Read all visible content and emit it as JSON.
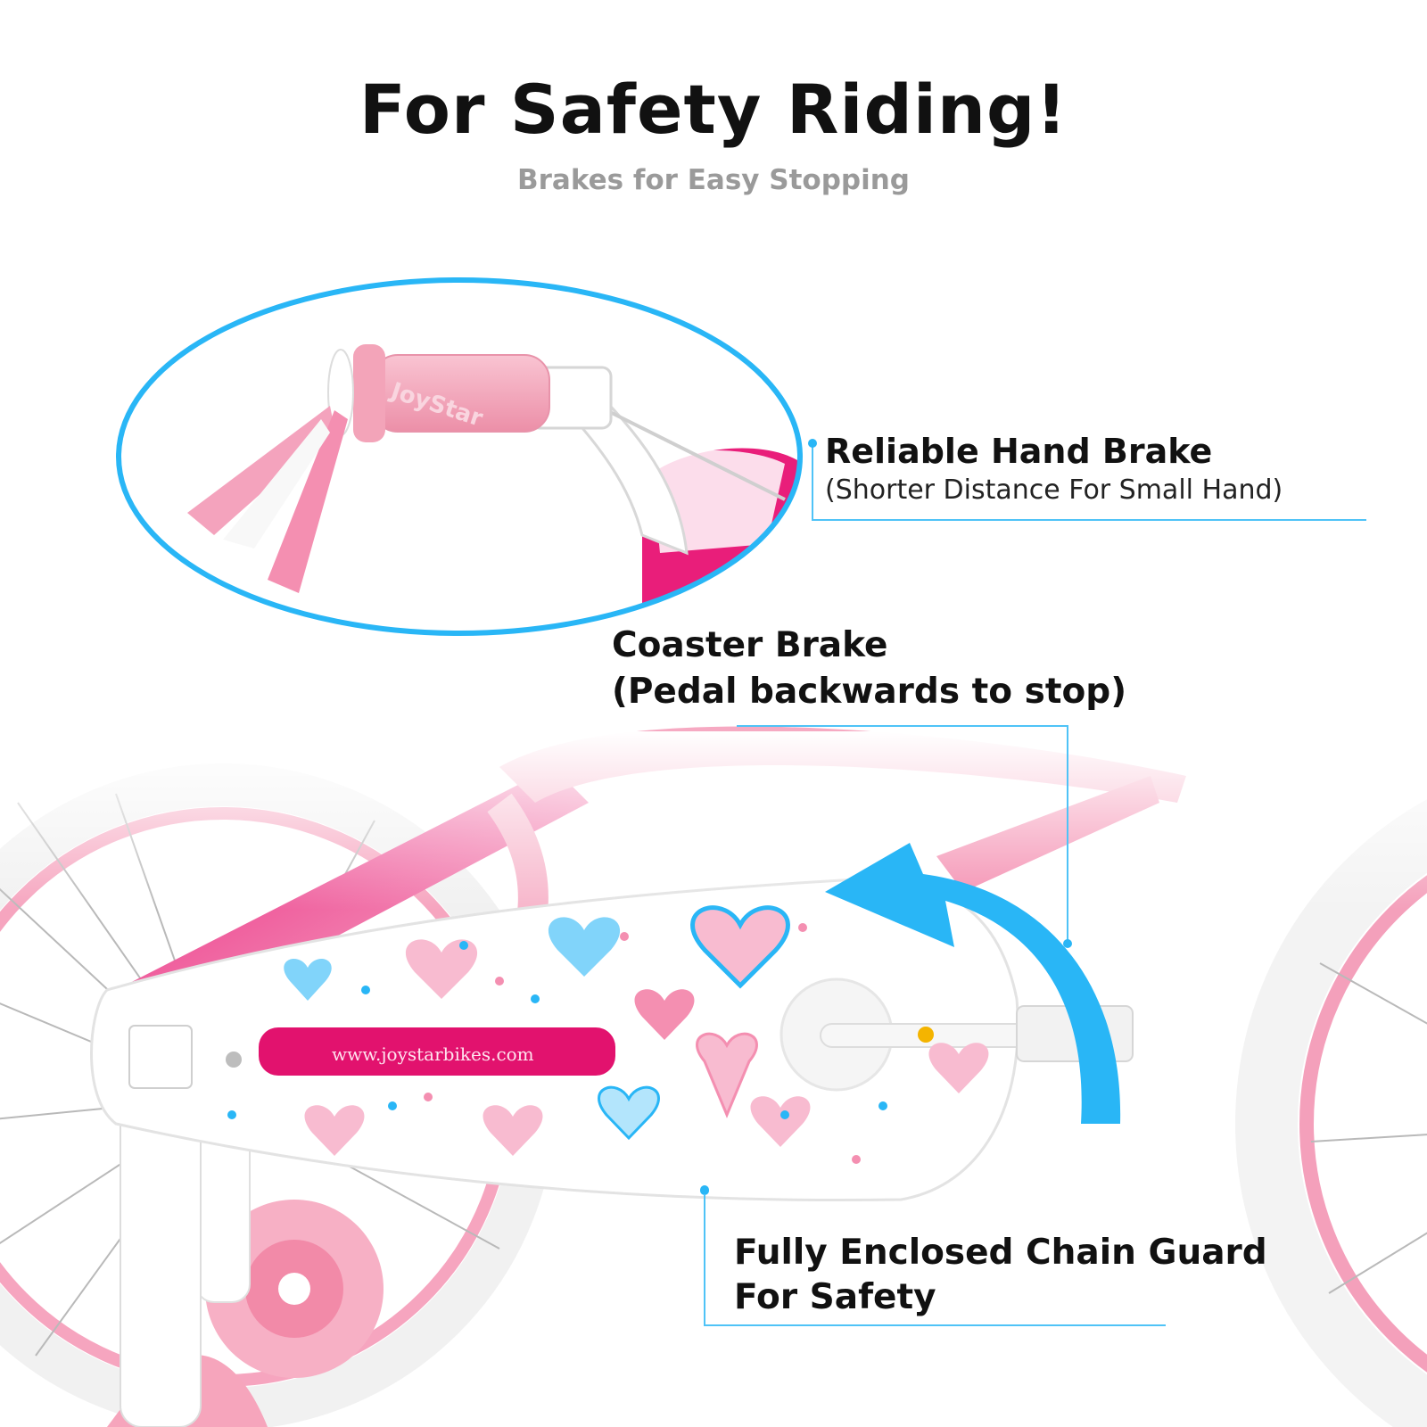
{
  "header": {
    "title": "For Safety Riding!",
    "subtitle": "Brakes for Easy Stopping"
  },
  "callouts": {
    "hand_brake": {
      "title": "Reliable Hand Brake",
      "note": "(Shorter Distance For Small Hand)"
    },
    "coaster_brake": {
      "line1": "Coaster Brake",
      "line2": "(Pedal backwards to stop)"
    },
    "chain_guard": {
      "line1": "Fully Enclosed Chain Guard",
      "line2": "For Safety"
    }
  },
  "product": {
    "grip_brand": "JoyStar",
    "guard_url": "www.joystarbikes.com"
  },
  "colors": {
    "accent_blue": "#29b6f6",
    "callout_line": "#4fc3f7",
    "frame_pink": "#f48fb1",
    "hot_pink": "#e91e7a",
    "light_pink": "#f8bbd0",
    "heading": "#111111",
    "subheading": "#9a9a9a"
  }
}
